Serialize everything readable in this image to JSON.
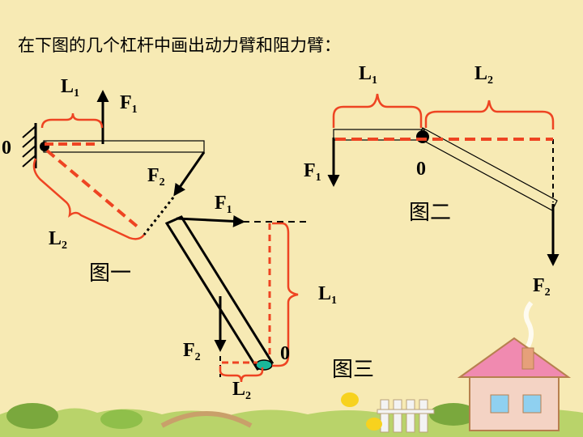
{
  "instruction": "在下图的几个杠杆中画出动力臂和阻力臂：",
  "figure1": {
    "caption": "图一",
    "pivot": "0",
    "force1": {
      "main": "F",
      "sub": "1"
    },
    "force2": {
      "main": "F",
      "sub": "2"
    },
    "arm1": {
      "main": "L",
      "sub": "1"
    },
    "arm2": {
      "main": "L",
      "sub": "2"
    }
  },
  "figure2": {
    "caption": "图二",
    "pivot": "0",
    "force1": {
      "main": "F",
      "sub": "1"
    },
    "force2": {
      "main": "F",
      "sub": "2"
    },
    "arm1": {
      "main": "L",
      "sub": "1"
    },
    "arm2": {
      "main": "L",
      "sub": "2"
    }
  },
  "figure3": {
    "caption": "图三",
    "pivot": "0",
    "force1": {
      "main": "F",
      "sub": "1"
    },
    "force2": {
      "main": "F",
      "sub": "2"
    },
    "arm1": {
      "main": "L",
      "sub": "1"
    },
    "arm2": {
      "main": "L",
      "sub": "2"
    }
  },
  "colors": {
    "background": "#f7eab4",
    "arm_bracket": "#ee4422",
    "lever": "#000000",
    "pivot_fig3": "#19b89a"
  }
}
